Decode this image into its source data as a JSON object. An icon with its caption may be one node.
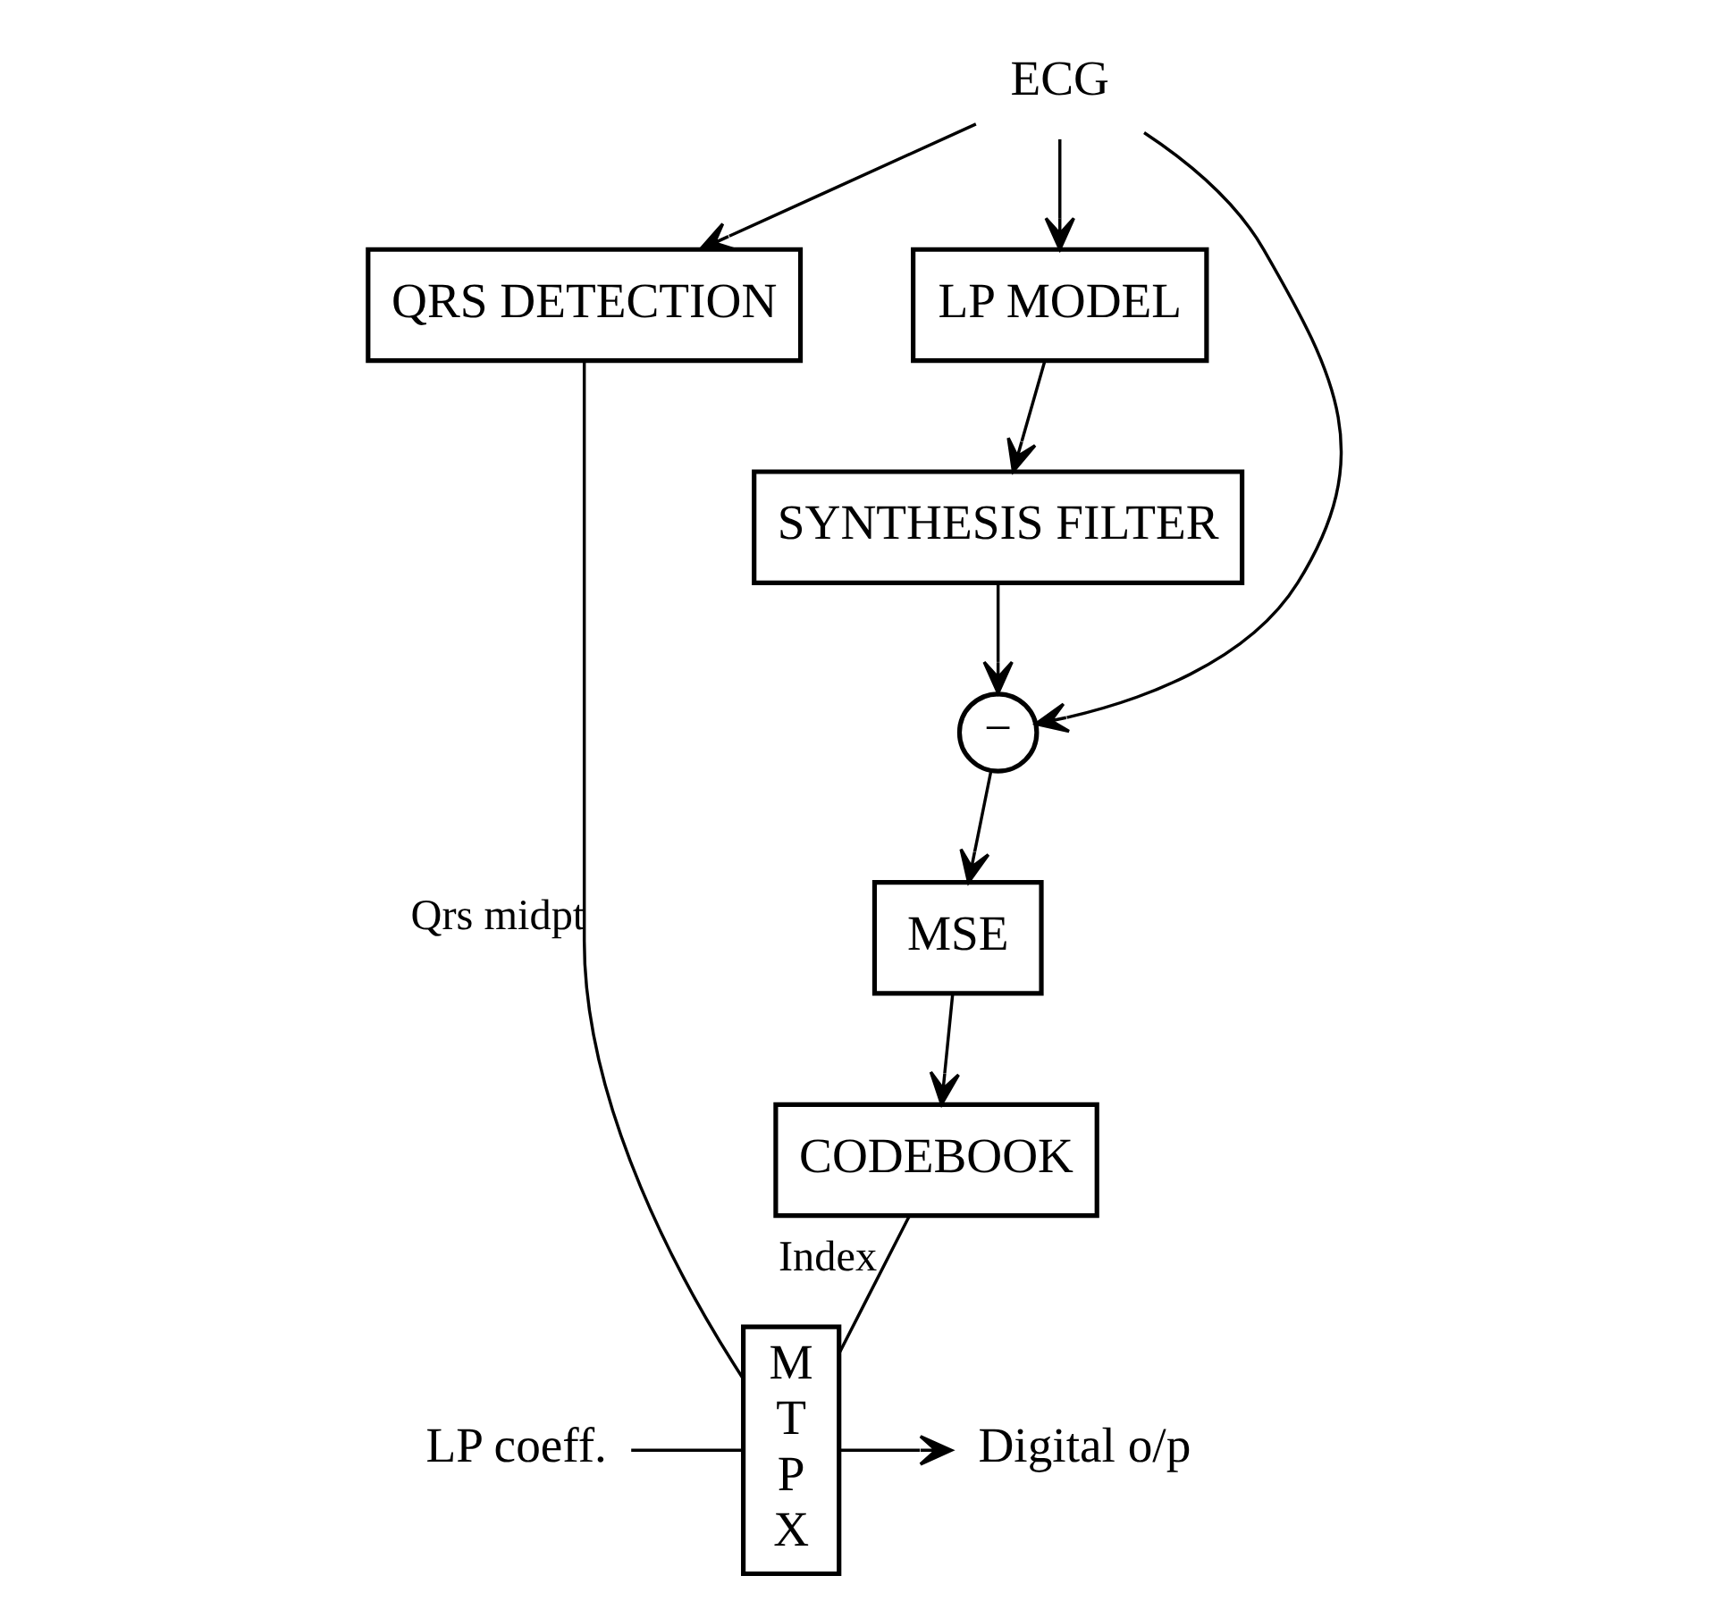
{
  "diagram": {
    "nodes": [
      {
        "text": [
          "ECG"
        ]
      },
      {
        "text": [
          "QRS DETECTION"
        ]
      },
      {
        "text": [
          "LP MODEL"
        ]
      },
      {
        "text": [
          "SYNTHESIS FILTER"
        ]
      },
      {
        "text": [
          "−"
        ]
      },
      {
        "text": [
          "MSE"
        ]
      },
      {
        "text": [
          "CODEBOOK"
        ]
      },
      {
        "text": [
          "M T P X"
        ]
      },
      {
        "text": [
          "Digital o/p"
        ]
      },
      {
        "text": [
          "LP coeff."
        ]
      }
    ],
    "edges": [
      {
        "from": 0,
        "to": 1,
        "arrow": "to"
      },
      {
        "from": 0,
        "to": 2,
        "arrow": "to"
      },
      {
        "from": 0,
        "to": 4,
        "arrow": "to"
      },
      {
        "from": 2,
        "to": 3,
        "arrow": "to"
      },
      {
        "from": 3,
        "to": 4,
        "arrow": "to"
      },
      {
        "from": 4,
        "to": 5,
        "arrow": "to"
      },
      {
        "from": 5,
        "to": 6,
        "arrow": "to"
      },
      {
        "from": 6,
        "to": 7,
        "label": "Index",
        "arrow": "none"
      },
      {
        "from": 1,
        "to": 7,
        "label": "Qrs midpt",
        "arrow": "none"
      },
      {
        "from": 9,
        "to": 7,
        "arrow": "none"
      },
      {
        "from": 7,
        "to": 8,
        "arrow": "to"
      }
    ]
  }
}
